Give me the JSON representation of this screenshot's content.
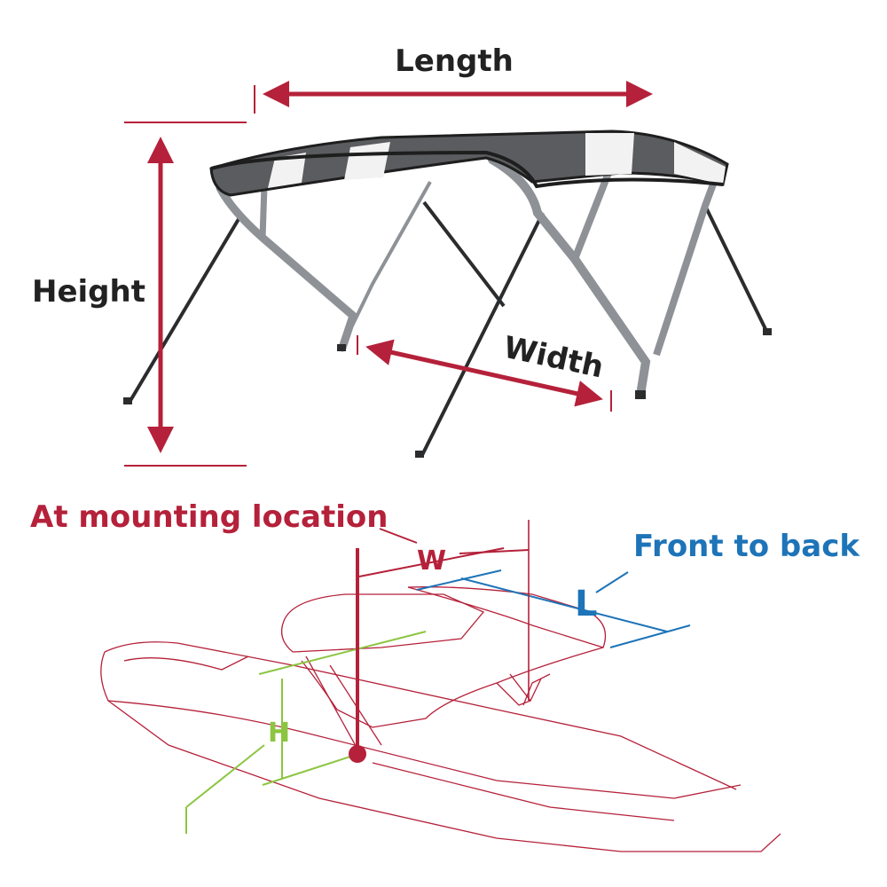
{
  "labels": {
    "length": "Length",
    "height": "Height",
    "width": "Width",
    "mounting": "At mounting location",
    "front_to_back": "Front to back",
    "w": "W",
    "l": "L",
    "h": "H"
  },
  "colors": {
    "red": "#b5213a",
    "blue": "#1d74b8",
    "green": "#8cc540",
    "boat_line": "#b5213a",
    "canvas_dark": "#5b5c5f",
    "canvas_light": "#f2f2f2",
    "frame": "#8e9196",
    "frame_dark": "#2b2c2e",
    "text": "#222222"
  }
}
